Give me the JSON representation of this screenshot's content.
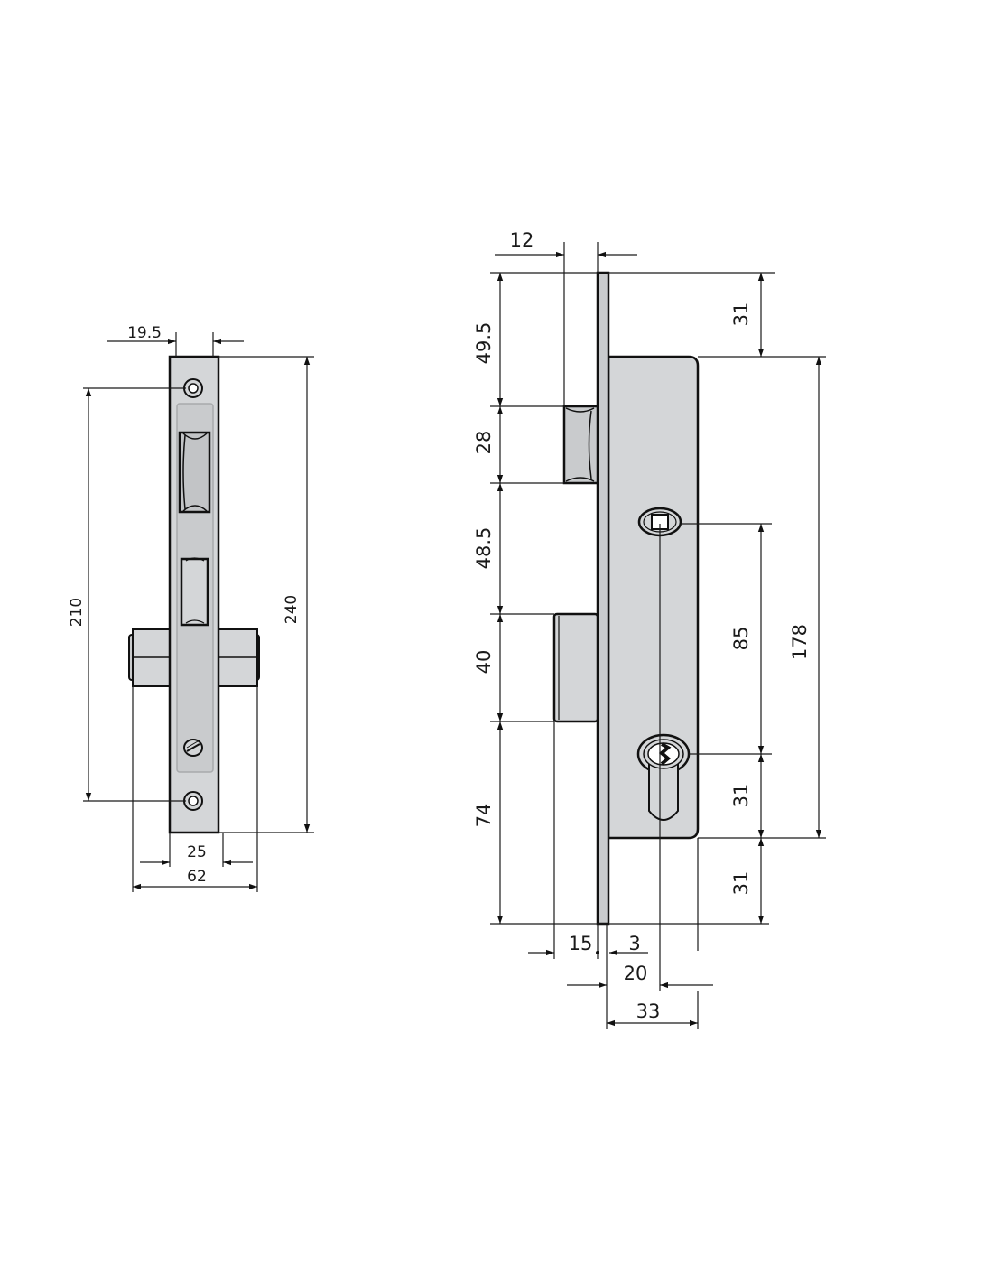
{
  "colors": {
    "plate": "#d4d6d8",
    "inner_plate": "#c9cbcd",
    "line": "#111111"
  },
  "front_view": {
    "dimensions": {
      "faceplate_width": "19.5",
      "screw_spacing": "210",
      "faceplate_height": "240",
      "faceplate_width_bottom": "25",
      "overall_width": "62"
    }
  },
  "side_view": {
    "dimensions": {
      "latch_projection": "12",
      "top_to_latch": "49.5",
      "latch_height": "28",
      "latch_to_bolt": "48.5",
      "bolt_height": "40",
      "bolt_to_bottom": "74",
      "top_to_case": "31",
      "case_height": "178",
      "spindle_to_cylinder": "85",
      "cylinder_to_case_bottom": "31",
      "case_bottom_to_plate_bottom": "31",
      "bolt_throw": "15",
      "plate_thickness": "3",
      "backset": "20",
      "case_depth": "33"
    }
  }
}
